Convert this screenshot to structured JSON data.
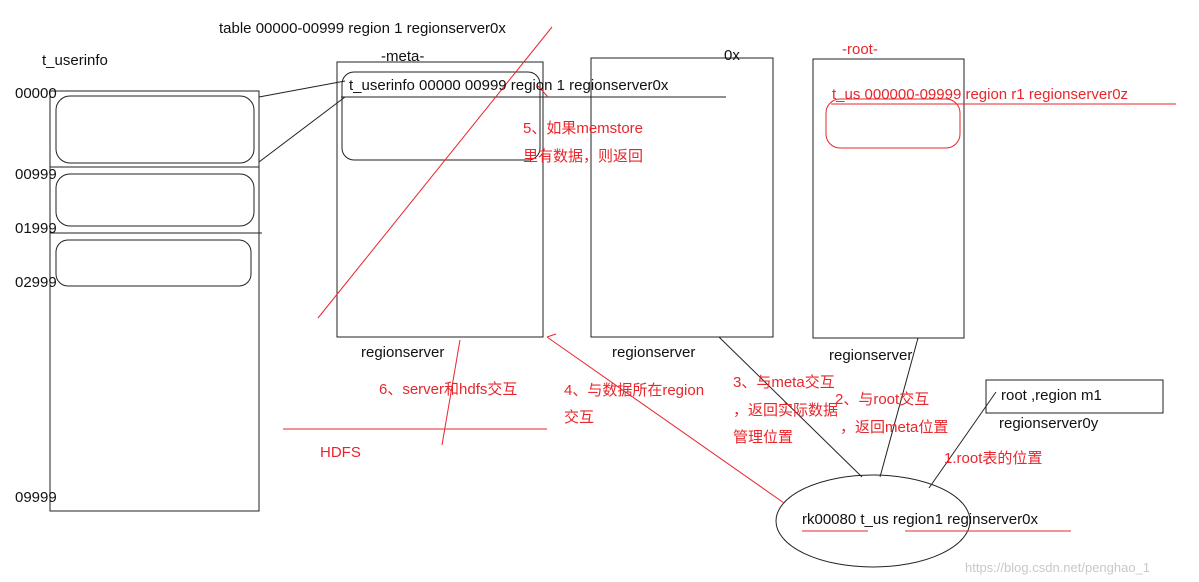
{
  "labels": {
    "top_title": "table 00000-00999  region 1 regionserver0x",
    "t_userinfo": "t_userinfo",
    "meta_title": "-meta-",
    "ox_label": "0x",
    "root_title": "-root-",
    "meta_entry": "t_userinfo    00000 00999 region 1 regionserver0x",
    "root_entry": "t_us 000000-09999 region r1 regionserver0z",
    "rs1": "regionserver",
    "rs2": "regionserver",
    "rs3": "regionserver",
    "hdfs": "HDFS",
    "root_box_line1": "root ,region m1",
    "root_box_line2": "regionserver0y",
    "client": "rk00080 t_us region1 reginserver0x",
    "watermark": "https://blog.csdn.net/penghao_1"
  },
  "row_keys": [
    "00000",
    "00999",
    "01999",
    "02999",
    "09999"
  ],
  "steps": {
    "s5a": "5、如果memstore",
    "s5b": "里有数据，则返回",
    "s6": "6、server和hdfs交互",
    "s4a": "4、与数据所在region",
    "s4b": "交互",
    "s3a": "3、与meta交互",
    "s3b": "，返回实际数据",
    "s3c": "管理位置",
    "s2a": "2、与root交互",
    "s2b": "，返回meta位置",
    "s1": "1.root表的位置"
  },
  "colors": {
    "ink": "#111111",
    "annotation": "#e8262b",
    "watermark": "#c8c8c8"
  }
}
